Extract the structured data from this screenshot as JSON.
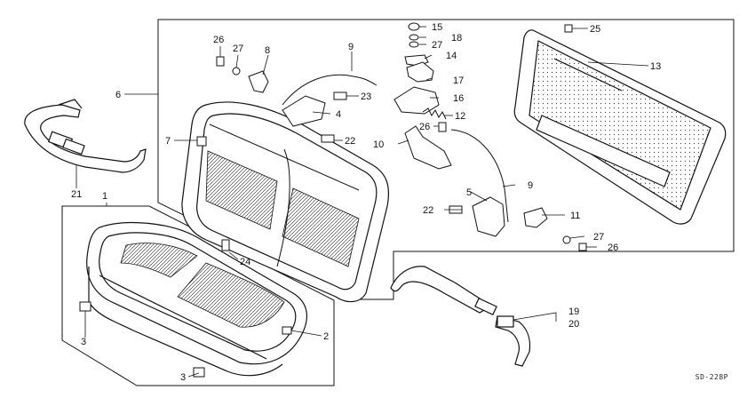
{
  "callouts": {
    "c1": "1",
    "c2": "2",
    "c3a": "3",
    "c3b": "3",
    "c4": "4",
    "c5": "5",
    "c6": "6",
    "c7": "7",
    "c8": "8",
    "c9a": "9",
    "c9b": "9",
    "c10": "10",
    "c11": "11",
    "c12": "12",
    "c13": "13",
    "c14": "14",
    "c15": "15",
    "c16": "16",
    "c17": "17",
    "c18": "18",
    "c19": "19",
    "c20": "20",
    "c21": "21",
    "c22a": "22",
    "c22b": "22",
    "c23": "23",
    "c24": "24",
    "c25": "25",
    "c26a": "26",
    "c26b": "26",
    "c26c": "26",
    "c27a": "27",
    "c27b": "27",
    "c27c": "27"
  },
  "diagram_code": "SD-228P"
}
